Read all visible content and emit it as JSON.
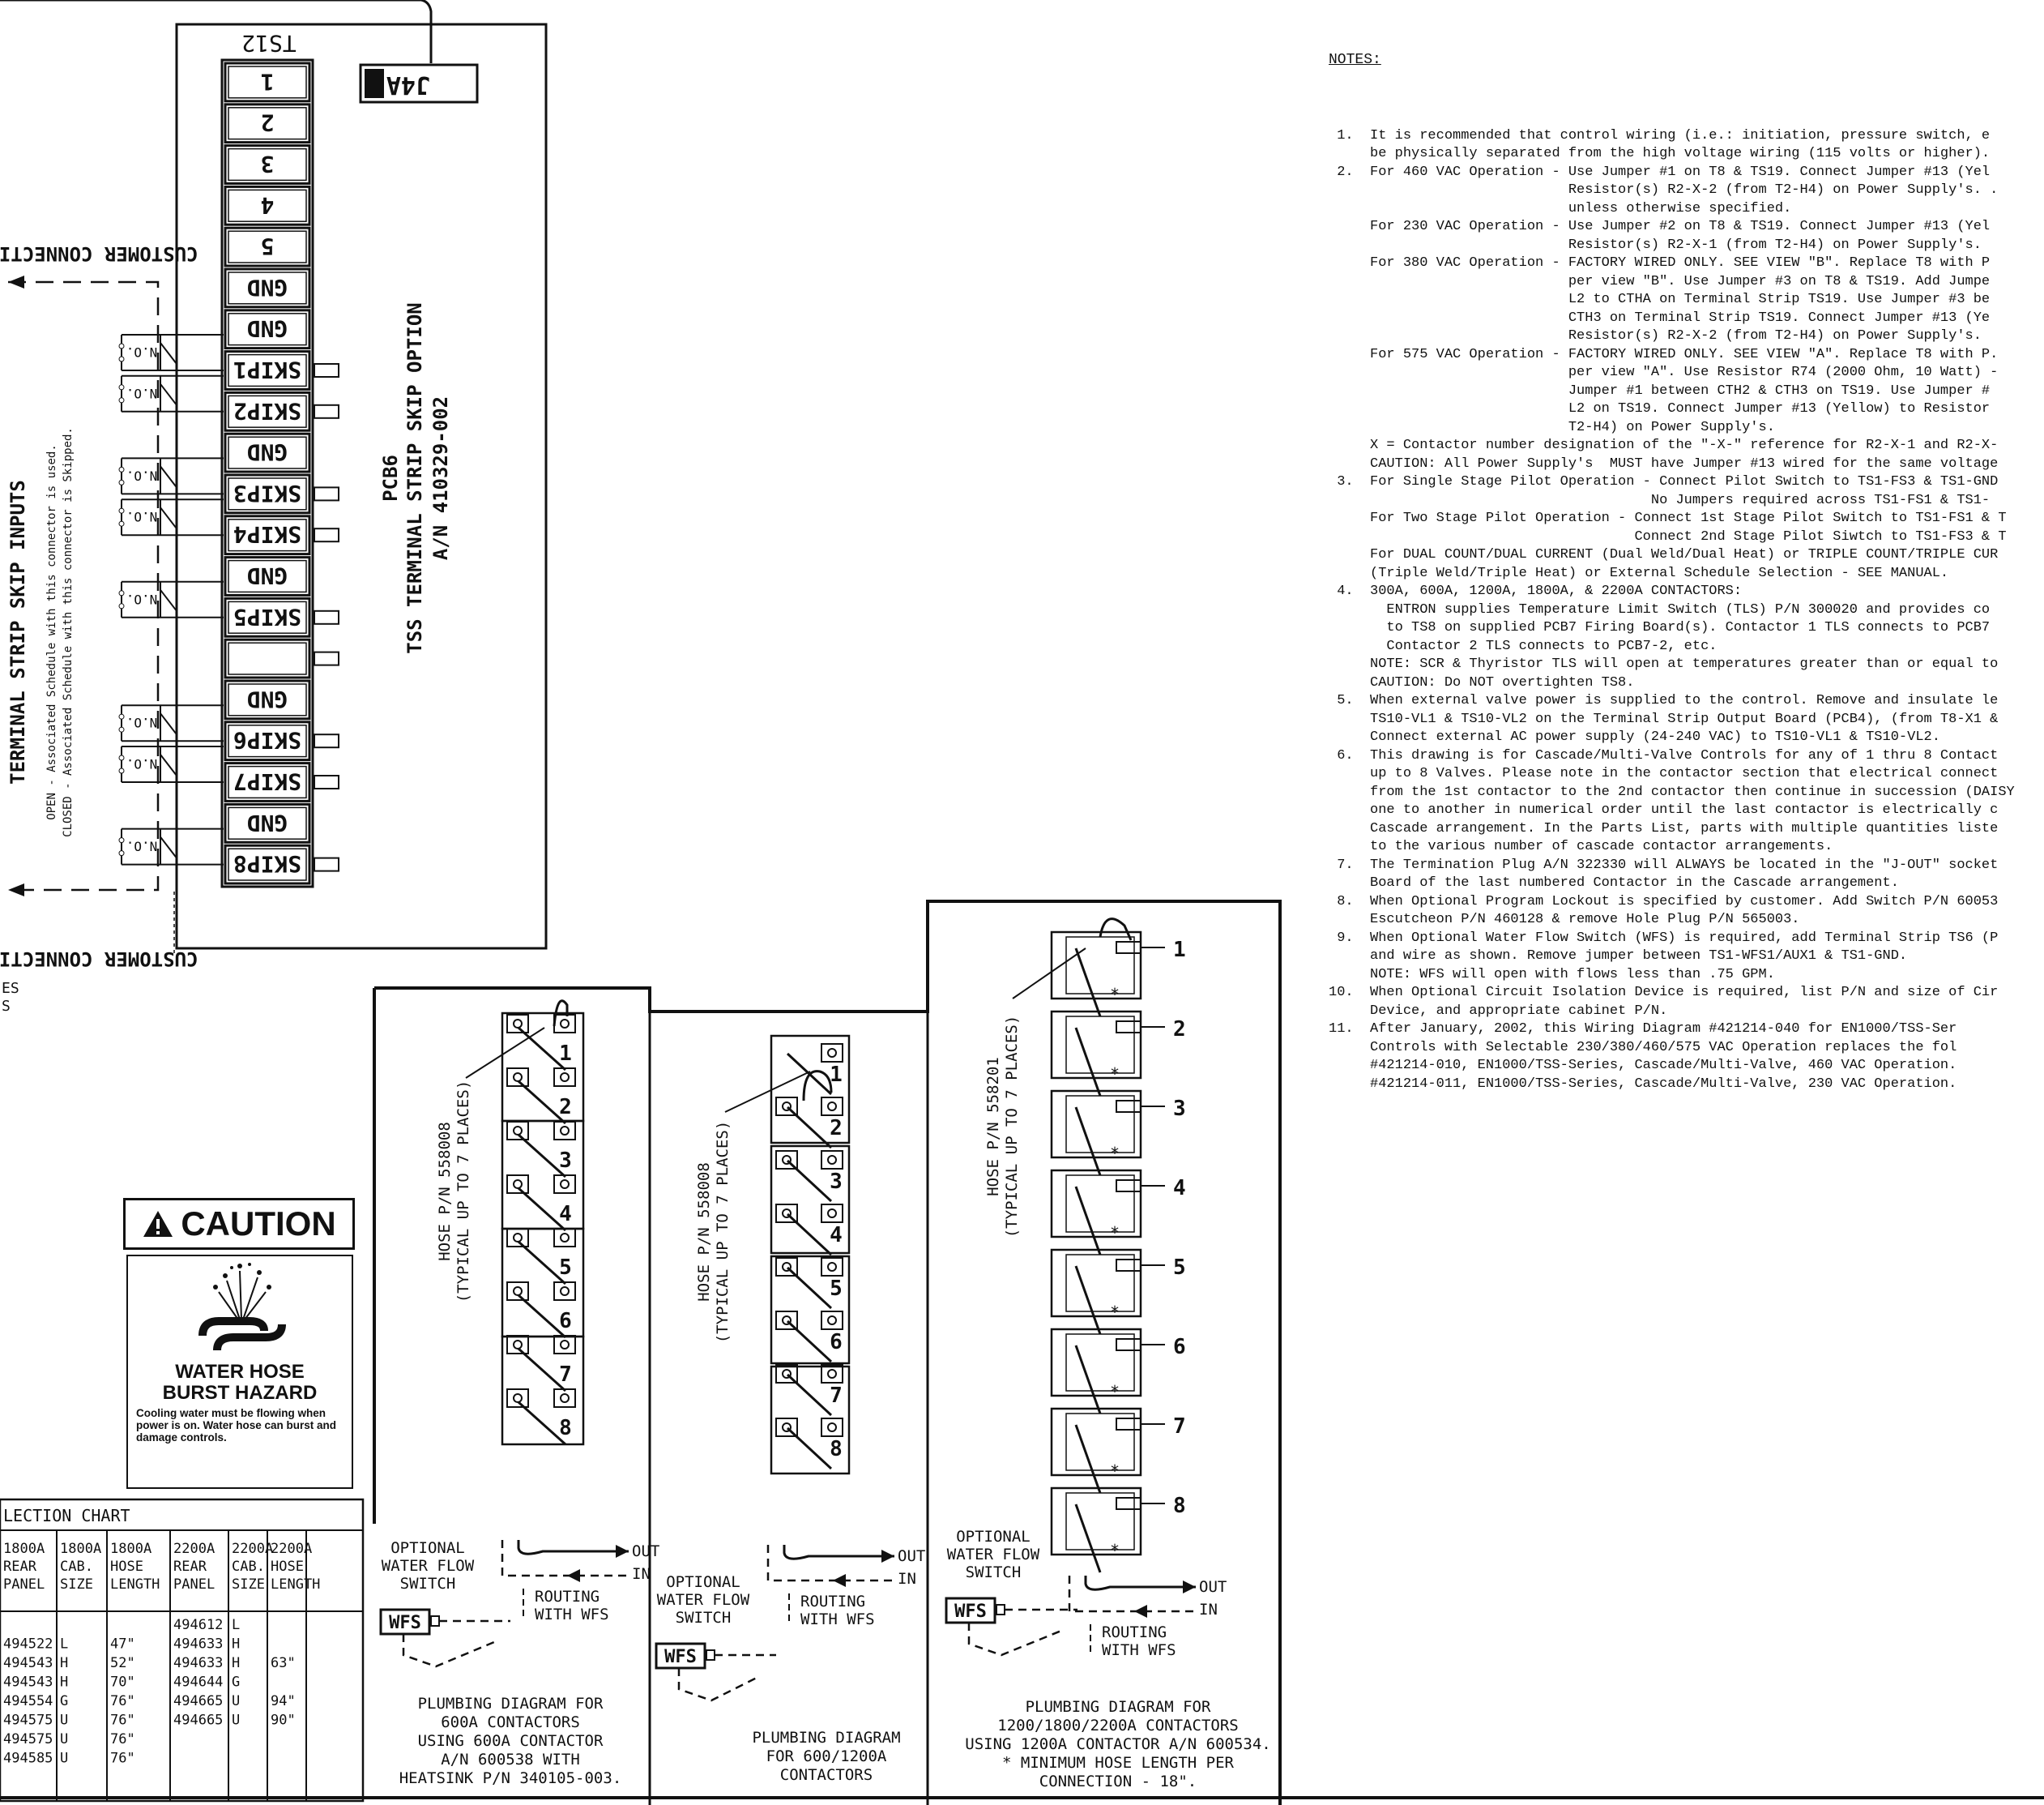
{
  "terminal_strip": {
    "title": "TS12",
    "connector": "J4A",
    "terminals": [
      "1",
      "2",
      "3",
      "4",
      "5",
      "GND",
      "GND",
      "SKIP1",
      "SKIP2",
      "GND",
      "SKIP3",
      "SKIP4",
      "GND",
      "SKIP5",
      "",
      "GND",
      "SKIP6",
      "SKIP7",
      "GND",
      "SKIP8"
    ],
    "customer_connections": "CUSTOMER CONNECTIONS",
    "nc_label": "N.O."
  },
  "skip_inputs": {
    "title": "TERMINAL STRIP SKIP INPUTS",
    "open_line": "OPEN   - Associated Schedule  with this connector is used.",
    "closed_line": "CLOSED - Associated Schedule with this connector is Skipped."
  },
  "pcb": {
    "line1": "PCB6",
    "line2": "TSS TERMINAL STRIP SKIP OPTION",
    "line3": "A/N 410329-002"
  },
  "left_edge": {
    "line1": "ES",
    "line2": "S"
  },
  "caution": {
    "header": "CAUTION",
    "title1": "WATER HOSE",
    "title2": "BURST HAZARD",
    "text": "Cooling water must be flowing when power is on. Water hose can burst and damage controls."
  },
  "selection_chart": {
    "title": "LECTION CHART",
    "headers": [
      [
        "1800A",
        "REAR",
        "PANEL"
      ],
      [
        "1800A",
        "CAB.",
        "SIZE"
      ],
      [
        "1800A",
        "HOSE",
        "LENGTH"
      ],
      [
        "2200A",
        "REAR",
        "PANEL"
      ],
      [
        "2200A",
        "CAB.",
        "SIZE"
      ],
      [
        "2200A",
        "HOSE",
        "LENGTH"
      ]
    ],
    "rows": [
      [
        "",
        "",
        "",
        "494612",
        "L",
        ""
      ],
      [
        "494522",
        "L",
        "47\"",
        "494633",
        "H",
        ""
      ],
      [
        "494543",
        "H",
        "52\"",
        "494633",
        "H",
        "63\""
      ],
      [
        "494543",
        "H",
        "70\"",
        "494644",
        "G",
        ""
      ],
      [
        "494554",
        "G",
        "76\"",
        "494665",
        "U",
        "94\""
      ],
      [
        "494575",
        "U",
        "76\"",
        "494665",
        "U",
        "90\""
      ],
      [
        "494575",
        "U",
        "76\"",
        "",
        "",
        ""
      ],
      [
        "494585",
        "U",
        "76\"",
        "",
        "",
        ""
      ]
    ]
  },
  "plumbing_600": {
    "hose": "HOSE P/N 558008",
    "hose_note": "(TYPICAL UP TO 7 PLACES)",
    "optional": [
      "OPTIONAL",
      "WATER FLOW",
      "SWITCH"
    ],
    "wfs": "WFS",
    "out": "OUT",
    "in": "IN",
    "routing": [
      "ROUTING",
      "WITH WFS"
    ],
    "caption": [
      "PLUMBING DIAGRAM FOR",
      "600A CONTACTORS",
      "USING 600A CONTACTOR",
      "A/N 600538 WITH",
      "HEATSINK P/N 340105-003."
    ],
    "numbers": [
      "1",
      "2",
      "3",
      "4",
      "5",
      "6",
      "7",
      "8"
    ]
  },
  "plumbing_1200": {
    "hose": "HOSE P/N 558008",
    "hose_note": "(TYPICAL UP TO 7 PLACES)",
    "optional": [
      "OPTIONAL",
      "WATER FLOW",
      "SWITCH"
    ],
    "wfs": "WFS",
    "out": "OUT",
    "in": "IN",
    "routing": [
      "ROUTING",
      "WITH WFS"
    ],
    "caption": [
      "PLUMBING DIAGRAM",
      "FOR 600/1200A",
      "CONTACTORS"
    ],
    "numbers": [
      "1",
      "2",
      "3",
      "4",
      "5",
      "6",
      "7",
      "8"
    ]
  },
  "plumbing_2200": {
    "hose": "HOSE P/N 558201",
    "hose_note": "(TYPICAL UP TO 7 PLACES)",
    "optional": [
      "OPTIONAL",
      "WATER FLOW",
      "SWITCH"
    ],
    "wfs": "WFS",
    "out": "OUT",
    "in": "IN",
    "routing": [
      "ROUTING",
      "WITH WFS"
    ],
    "caption": [
      "PLUMBING DIAGRAM FOR",
      "1200/1800/2200A CONTACTORS",
      "USING 1200A CONTACTOR  A/N 600534.",
      "*  MINIMUM HOSE LENGTH PER",
      "CONNECTION - 18\"."
    ],
    "numbers": [
      "1",
      "2",
      "3",
      "4",
      "5",
      "6",
      "7",
      "8"
    ]
  },
  "notes": {
    "heading": "NOTES:",
    "lines": [
      " 1.  It is recommended that control wiring (i.e.: initiation, pressure switch, e",
      "     be physically separated from the high voltage wiring (115 volts or higher).",
      " 2.  For 460 VAC Operation - Use Jumper #1 on T8 & TS19. Connect Jumper #13 (Yel",
      "                             Resistor(s) R2-X-2 (from T2-H4) on Power Supply's. .",
      "                             unless otherwise specified.",
      "     For 230 VAC Operation - Use Jumper #2 on T8 & TS19. Connect Jumper #13 (Yel",
      "                             Resistor(s) R2-X-1 (from T2-H4) on Power Supply's.",
      "     For 380 VAC Operation - FACTORY WIRED ONLY. SEE VIEW \"B\". Replace T8 with P",
      "                             per view \"B\". Use Jumper #3 on T8 & TS19. Add Jumpe",
      "                             L2 to CTHA on Terminal Strip TS19. Use Jumper #3 be",
      "                             CTH3 on Terminal Strip TS19. Connect Jumper #13 (Ye",
      "                             Resistor(s) R2-X-2 (from T2-H4) on Power Supply's.",
      "     For 575 VAC Operation - FACTORY WIRED ONLY. SEE VIEW \"A\". Replace T8 with P.",
      "                             per view \"A\". Use Resistor R74 (2000 Ohm, 10 Watt) -",
      "                             Jumper #1 between CTH2 & CTH3 on TS19. Use Jumper #",
      "                             L2 on TS19. Connect Jumper #13 (Yellow) to Resistor",
      "                             T2-H4) on Power Supply's.",
      "     X = Contactor number designation of the \"-X-\" reference for R2-X-1 and R2-X-",
      "     CAUTION: All Power Supply's  MUST have Jumper #13 wired for the same voltage",
      " 3.  For Single Stage Pilot Operation - Connect Pilot Switch to TS1-FS3 & TS1-GND",
      "                                       No Jumpers required across TS1-FS1 & TS1-",
      "     For Two Stage Pilot Operation - Connect 1st Stage Pilot Switch to TS1-FS1 & T",
      "                                     Connect 2nd Stage Pilot Siwtch to TS1-FS3 & T",
      "     For DUAL COUNT/DUAL CURRENT (Dual Weld/Dual Heat) or TRIPLE COUNT/TRIPLE CUR",
      "     (Triple Weld/Triple Heat) or External Schedule Selection - SEE MANUAL.",
      " 4.  300A, 600A, 1200A, 1800A, & 2200A CONTACTORS:",
      "       ENTRON supplies Temperature Limit Switch (TLS) P/N 300020 and provides co",
      "       to TS8 on supplied PCB7 Firing Board(s). Contactor 1 TLS connects to PCB7",
      "       Contactor 2 TLS connects to PCB7-2, etc.",
      "     NOTE: SCR & Thyristor TLS will open at temperatures greater than or equal to",
      "     CAUTION: Do NOT overtighten TS8.",
      " 5.  When external valve power is supplied to the control. Remove and insulate le",
      "     TS10-VL1 & TS10-VL2 on the Terminal Strip Output Board (PCB4), (from T8-X1 &",
      "     Connect external AC power supply (24-240 VAC) to TS10-VL1 & TS10-VL2.",
      " 6.  This drawing is for Cascade/Multi-Valve Controls for any of 1 thru 8 Contact",
      "     up to 8 Valves. Please note in the contactor section that electrical connect",
      "     from the 1st contactor to the 2nd contactor then continue in succession (DAISY",
      "     one to another in numerical order until the last contactor is electrically c",
      "     Cascade arrangement. In the Parts List, parts with multiple quantities liste",
      "     to the various number of cascade contactor arrangements.",
      " 7.  The Termination Plug A/N 322330 will ALWAYS be located in the \"J-OUT\" socket",
      "     Board of the last numbered Contactor in the Cascade arrangement.",
      " 8.  When Optional Program Lockout is specified by customer. Add Switch P/N 60053",
      "     Escutcheon P/N 460128 & remove Hole Plug P/N 565003.",
      " 9.  When Optional Water Flow Switch (WFS) is required, add Terminal Strip TS6 (P",
      "     and wire as shown. Remove jumper between TS1-WFS1/AUX1 & TS1-GND.",
      "     NOTE: WFS will open with flows less than .75 GPM.",
      "10.  When Optional Circuit Isolation Device is required, list P/N and size of Cir",
      "     Device, and appropriate cabinet P/N.",
      "11.  After January, 2002, this Wiring Diagram #421214-040 for EN1000/TSS-Ser",
      "     Controls with Selectable 230/380/460/575 VAC Operation replaces the fol",
      "     #421214-010, EN1000/TSS-Series, Cascade/Multi-Valve, 460 VAC Operation.",
      "     #421214-011, EN1000/TSS-Series, Cascade/Multi-Valve, 230 VAC Operation."
    ]
  }
}
